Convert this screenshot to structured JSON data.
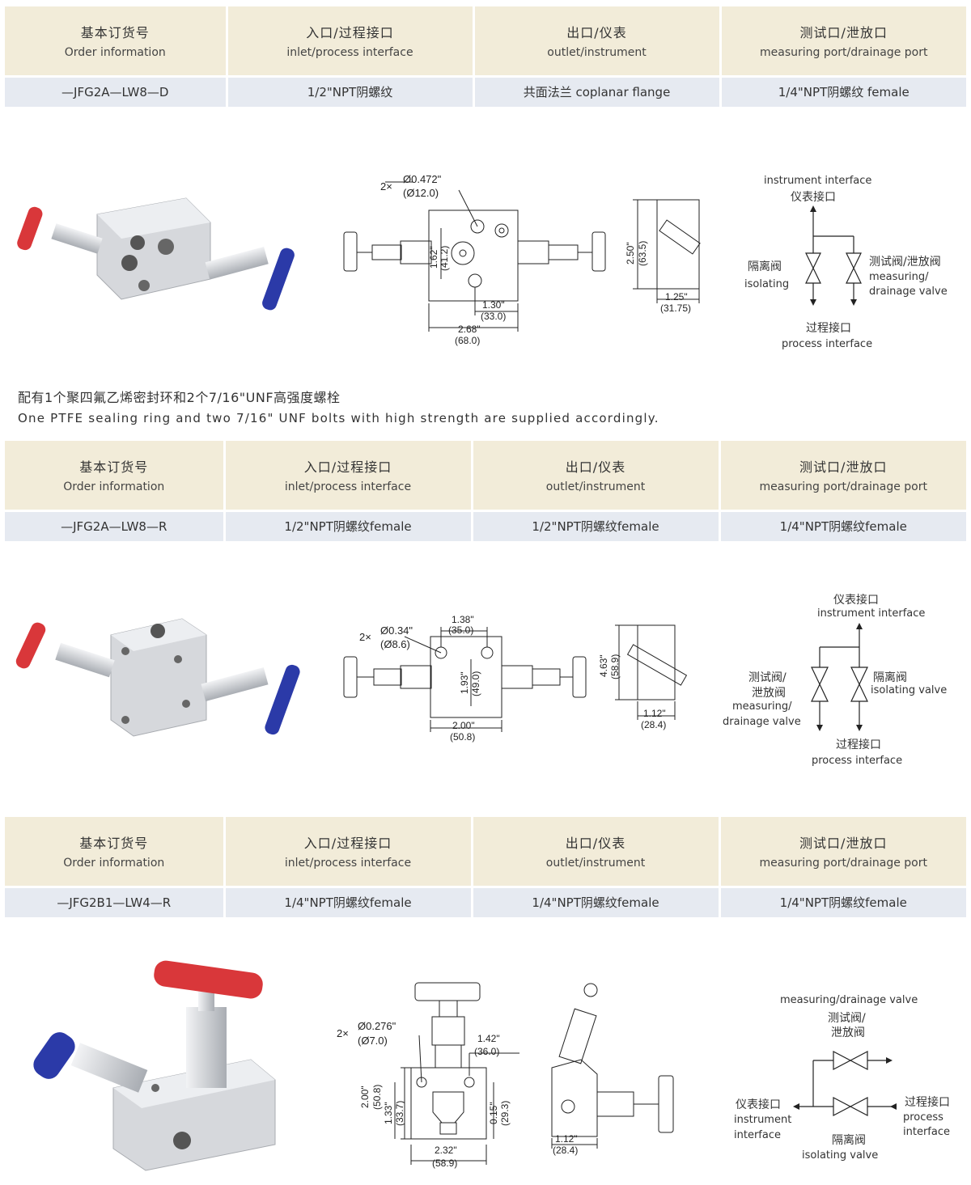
{
  "headers": {
    "order": {
      "zh": "基本订货号",
      "en": "Order  information"
    },
    "inlet": {
      "zh": "入口/过程接口",
      "en": "inlet/process  interface"
    },
    "outlet": {
      "zh": "出口/仪表",
      "en": "outlet/instrument"
    },
    "test": {
      "zh": "测试口/泄放口",
      "en": "measuring  port/drainage  port"
    }
  },
  "products": [
    {
      "order": "—JFG2A—LW8—D",
      "inlet": "1/2\"NPT阴螺纹",
      "outlet": "共面法兰  coplanar  flange",
      "test": "1/4\"NPT阴螺纹  female"
    },
    {
      "order": "—JFG2A—LW8—R",
      "inlet": "1/2\"NPT阴螺纹female",
      "outlet": "1/2\"NPT阴螺纹female",
      "test": "1/4\"NPT阴螺纹female"
    },
    {
      "order": "—JFG2B1—LW4—R",
      "inlet": "1/4\"NPT阴螺纹female",
      "outlet": "1/4\"NPT阴螺纹female",
      "test": "1/4\"NPT阴螺纹female"
    }
  ],
  "note": {
    "zh": "配有1个聚四氟乙烯密封环和2个7/16\"UNF高强度螺栓",
    "en": "One  PTFE  sealing  ring  and  two  7/16\"  UNF  bolts  with  high  strength  are  supplied  accordingly."
  },
  "dims1": {
    "hole_count": "2×",
    "hole_in": "Ø0.472\"",
    "hole_mm": "(Ø12.0)",
    "v1_in": "1.62\"",
    "v1_mm": "(41.2)",
    "h1_in": "1.30\"",
    "h1_mm": "(33.0)",
    "w_in": "2.68\"",
    "w_mm": "(68.0)",
    "h_in": "2.50\"",
    "h_mm": "(63.5)",
    "d_in": "1.25\"",
    "d_mm": "(31.75)"
  },
  "dims2": {
    "hole_count": "2×",
    "hole_in": "Ø0.34\"",
    "hole_mm": "(Ø8.6)",
    "top_in": "1.38\"",
    "top_mm": "(35.0)",
    "v1_in": "1.93\"",
    "v1_mm": "(49.0)",
    "w_in": "2.00\"",
    "w_mm": "(50.8)",
    "h_in": "4.63\"",
    "h_mm": "(58.9)",
    "d_in": "1.12\"",
    "d_mm": "(28.4)"
  },
  "dims3": {
    "hole_count": "2×",
    "hole_in": "Ø0.276\"",
    "hole_mm": "(Ø7.0)",
    "r_in": "1.42\"",
    "r_mm": "(36.0)",
    "h_in": "2.00\"",
    "h_mm": "(50.8)",
    "v1_in": "1.33\"",
    "v1_mm": "(33.7)",
    "v2_in": "0.15\"",
    "v2_mm": "(29.3)",
    "w_in": "2.32\"",
    "w_mm": "(58.9)",
    "d_in": "1.12\"",
    "d_mm": "(28.4)"
  },
  "schem1": {
    "instrument_en": "instrument  interface",
    "instrument_zh": "仪表接口",
    "iso_zh": "隔离阀",
    "iso_en": "isolating",
    "test_zh": "测试阀/泄放阀",
    "test_en1": "measuring/",
    "test_en2": "drainage  valve",
    "process_zh": "过程接口",
    "process_en": "process  interface"
  },
  "schem2": {
    "instrument_zh": "仪表接口",
    "instrument_en": "instrument  interface",
    "test_zh1": "测试阀/",
    "test_zh2": "泄放阀",
    "test_en1": "measuring/",
    "test_en2": "drainage  valve",
    "iso_zh": "隔离阀",
    "iso_en": "isolating  valve",
    "process_zh": "过程接口",
    "process_en": "process  interface"
  },
  "schem3": {
    "test_en": "measuring/drainage  valve",
    "test_zh1": "测试阀/",
    "test_zh2": "泄放阀",
    "instrument_zh": "仪表接口",
    "instrument_en1": "instrument",
    "instrument_en2": "interface",
    "iso_zh": "隔离阀",
    "iso_en": "isolating  valve",
    "process_zh": "过程接口",
    "process_en1": "process",
    "process_en2": "interface"
  },
  "colors": {
    "header_bg": "#f2ecd9",
    "row_bg": "#e6eaf1",
    "handle_red": "#d9373a",
    "handle_blue": "#2b3aa8",
    "steel": "#d4d6da"
  }
}
